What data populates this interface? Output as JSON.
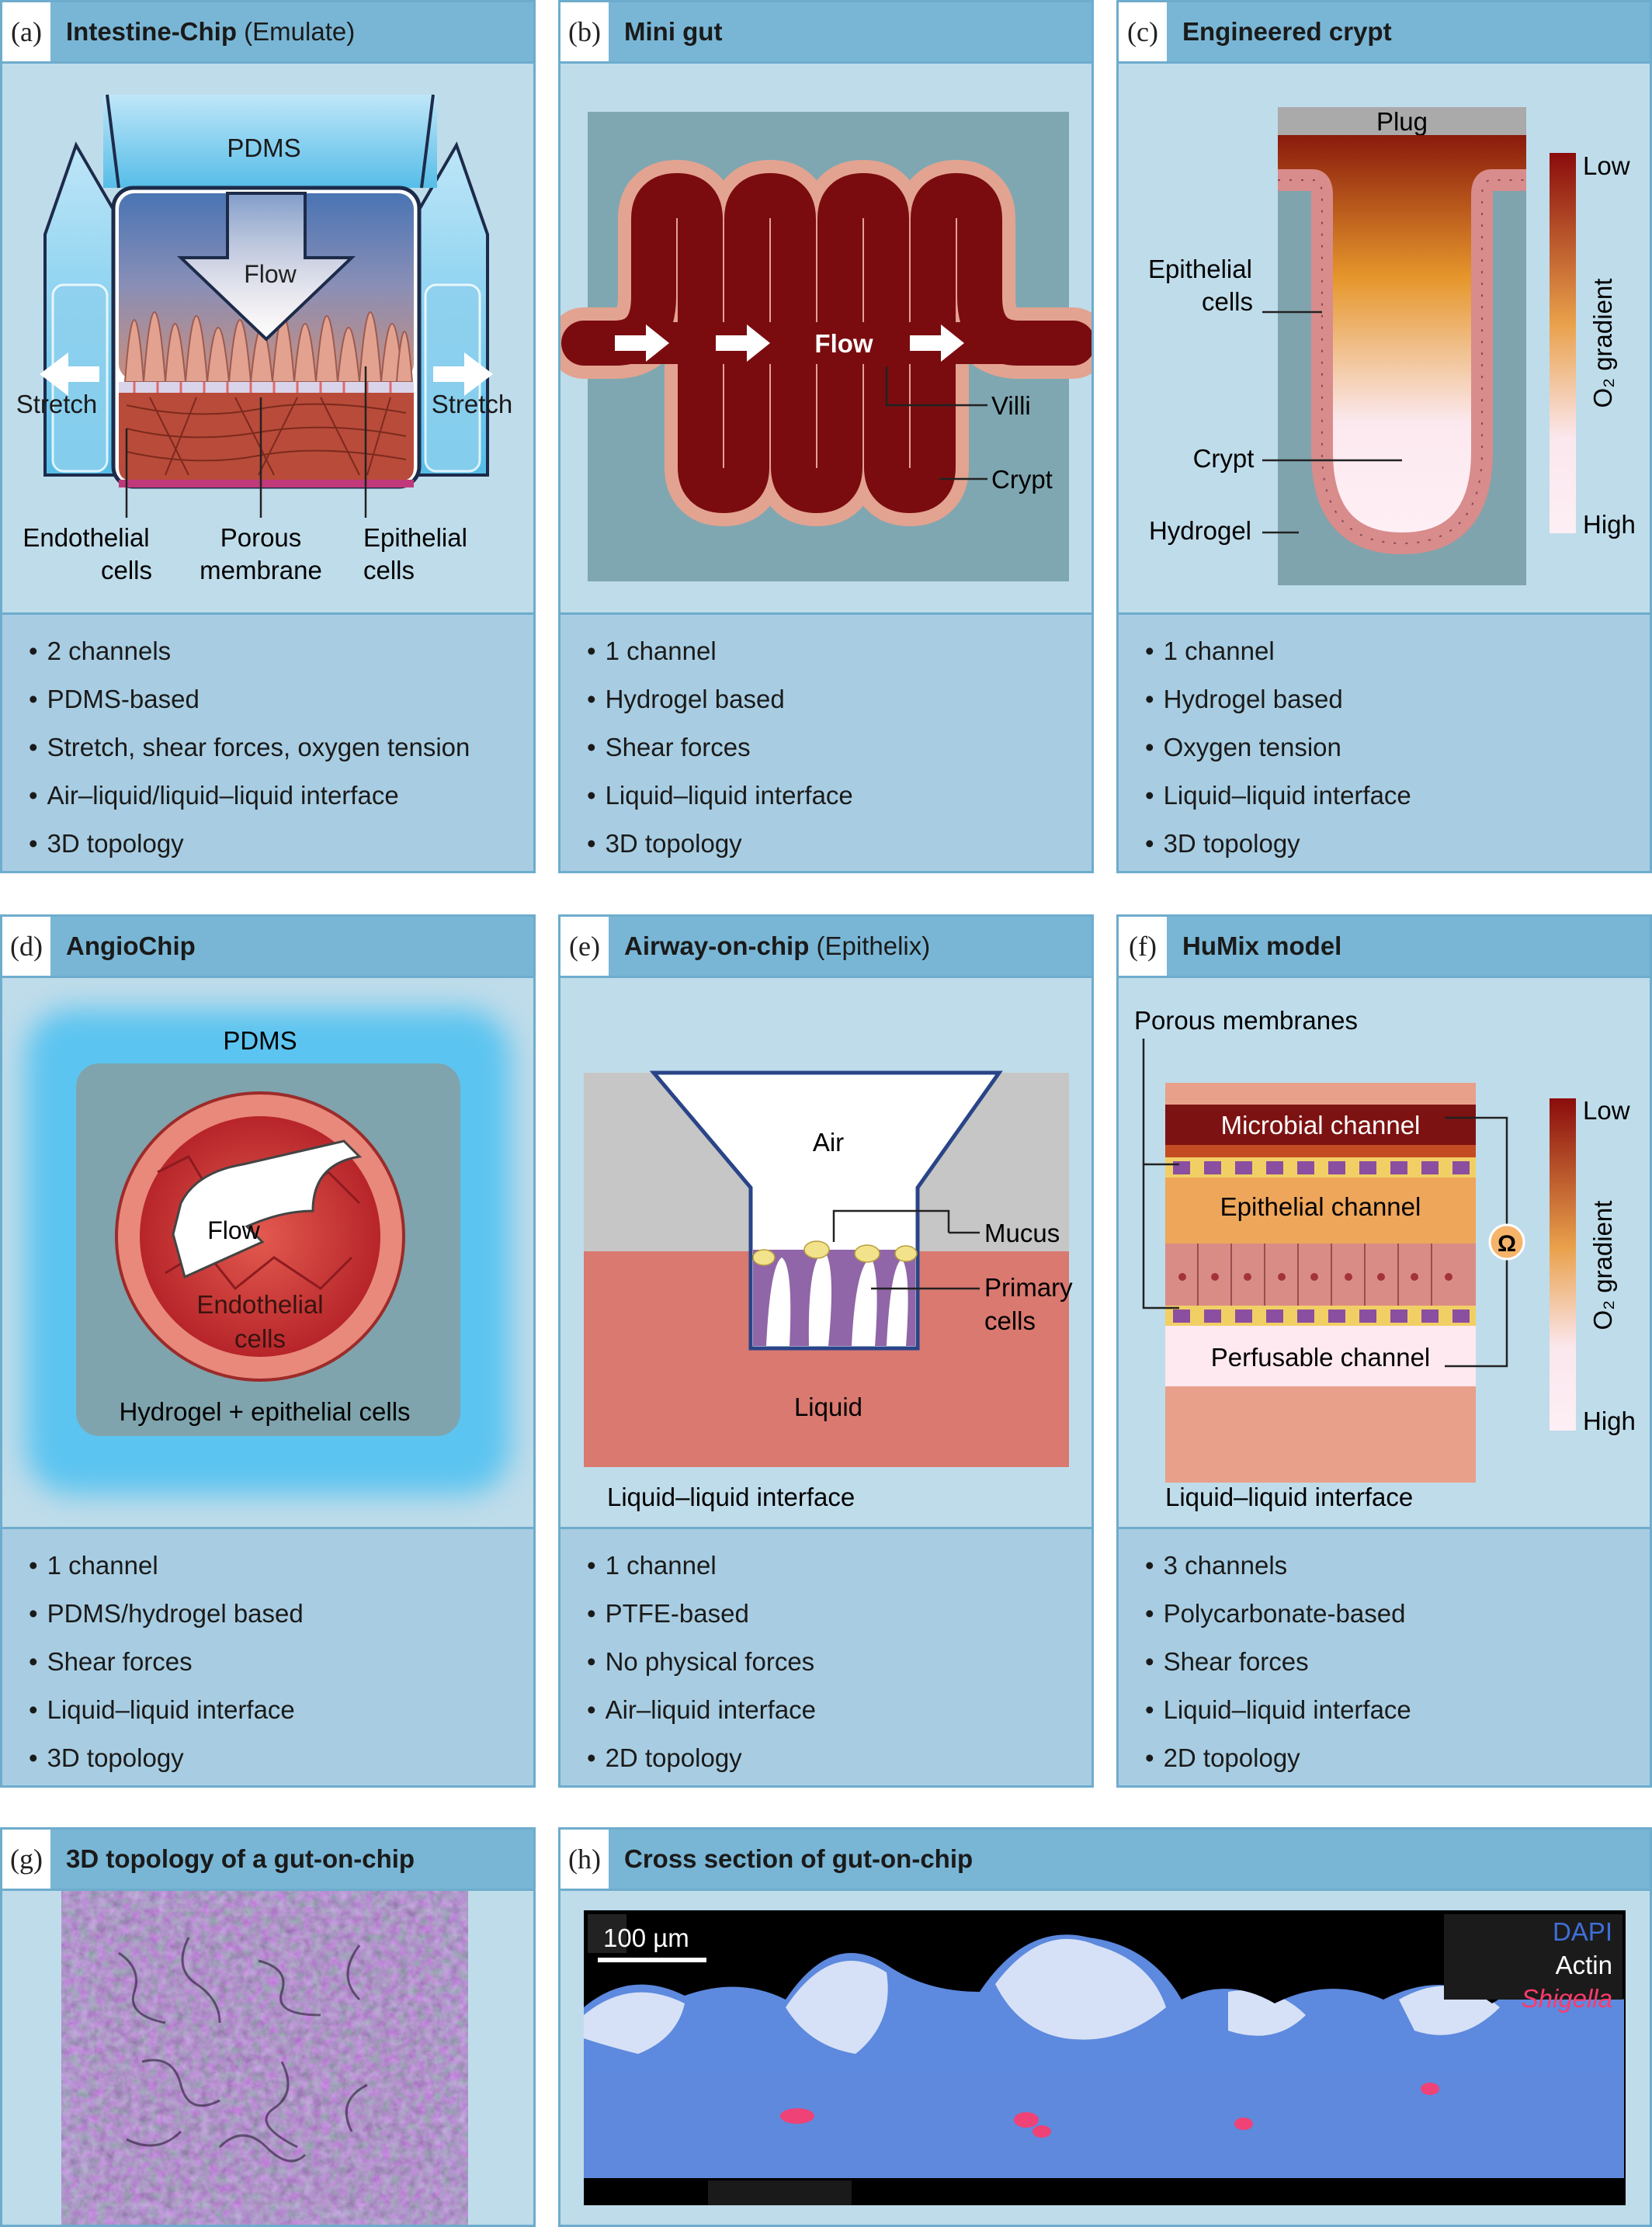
{
  "panels": {
    "a": {
      "letter": "(a)",
      "title": "Intestine-Chip",
      "subtitle": "(Emulate)",
      "labels": {
        "pdms": "PDMS",
        "flow": "Flow",
        "stretch_left": "Stretch",
        "stretch_right": "Stretch",
        "endo1": "Endothelial",
        "endo2": "cells",
        "por1": "Porous",
        "por2": "membrane",
        "epi1": "Epithelial",
        "epi2": "cells"
      },
      "bullets": [
        "2 channels",
        "PDMS-based",
        "Stretch, shear forces, oxygen tension",
        "Air–liquid/liquid–liquid interface",
        "3D topology"
      ]
    },
    "b": {
      "letter": "(b)",
      "title": "Mini gut",
      "subtitle": "",
      "labels": {
        "flow": "Flow",
        "villi": "Villi",
        "crypt": "Crypt"
      },
      "bullets": [
        "1 channel",
        "Hydrogel based",
        "Shear forces",
        "Liquid–liquid interface",
        "3D topology"
      ]
    },
    "c": {
      "letter": "(c)",
      "title": "Engineered crypt",
      "subtitle": "",
      "labels": {
        "plug": "Plug",
        "epi1": "Epithelial",
        "epi2": "cells",
        "crypt": "Crypt",
        "hydrogel": "Hydrogel",
        "low": "Low",
        "high": "High",
        "gradient": "O₂ gradient"
      },
      "bullets": [
        "1 channel",
        "Hydrogel based",
        "Oxygen tension",
        "Liquid–liquid interface",
        "3D topology"
      ]
    },
    "d": {
      "letter": "(d)",
      "title": "AngioChip",
      "subtitle": "",
      "labels": {
        "pdms": "PDMS",
        "flow": "Flow",
        "endo1": "Endothelial",
        "endo2": "cells",
        "hydrogel": "Hydrogel + epithelial cells"
      },
      "bullets": [
        "1 channel",
        "PDMS/hydrogel based",
        "Shear forces",
        "Liquid–liquid interface",
        "3D topology"
      ]
    },
    "e": {
      "letter": "(e)",
      "title": "Airway-on-chip",
      "subtitle": "(Epithelix)",
      "labels": {
        "air": "Air",
        "mucus": "Mucus",
        "primary1": "Primary",
        "primary2": "cells",
        "liquid": "Liquid",
        "interface": "Liquid–liquid interface"
      },
      "bullets": [
        "1 channel",
        "PTFE-based",
        "No physical forces",
        "Air–liquid interface",
        "2D topology"
      ]
    },
    "f": {
      "letter": "(f)",
      "title": "HuMix model",
      "subtitle": "",
      "labels": {
        "porous": "Porous membranes",
        "microbial": "Microbial channel",
        "epithelial": "Epithelial channel",
        "perfusable": "Perfusable channel",
        "omega": "Ω",
        "low": "Low",
        "high": "High",
        "gradient": "O₂ gradient",
        "interface": "Liquid–liquid interface"
      },
      "bullets": [
        "3 channels",
        "Polycarbonate-based",
        "Shear forces",
        "Liquid–liquid interface",
        "2D topology"
      ]
    },
    "g": {
      "letter": "(g)",
      "title": "3D topology of a gut-on-chip",
      "subtitle": ""
    },
    "h": {
      "letter": "(h)",
      "title": "Cross section of gut-on-chip",
      "subtitle": "",
      "labels": {
        "scale": "100 µm",
        "dapi": "DAPI",
        "actin": "Actin",
        "shigella": "Shigella"
      }
    }
  },
  "colors": {
    "panel_bg": "#bfdcea",
    "header_bg": "#79b6d5",
    "bullet_bg": "#a8cde2",
    "border": "#6eaccd",
    "blood": "#7a0c10",
    "tissue": "#d98a7a",
    "dapi": "#3f6fd6",
    "shigella": "#ff3b6b"
  }
}
